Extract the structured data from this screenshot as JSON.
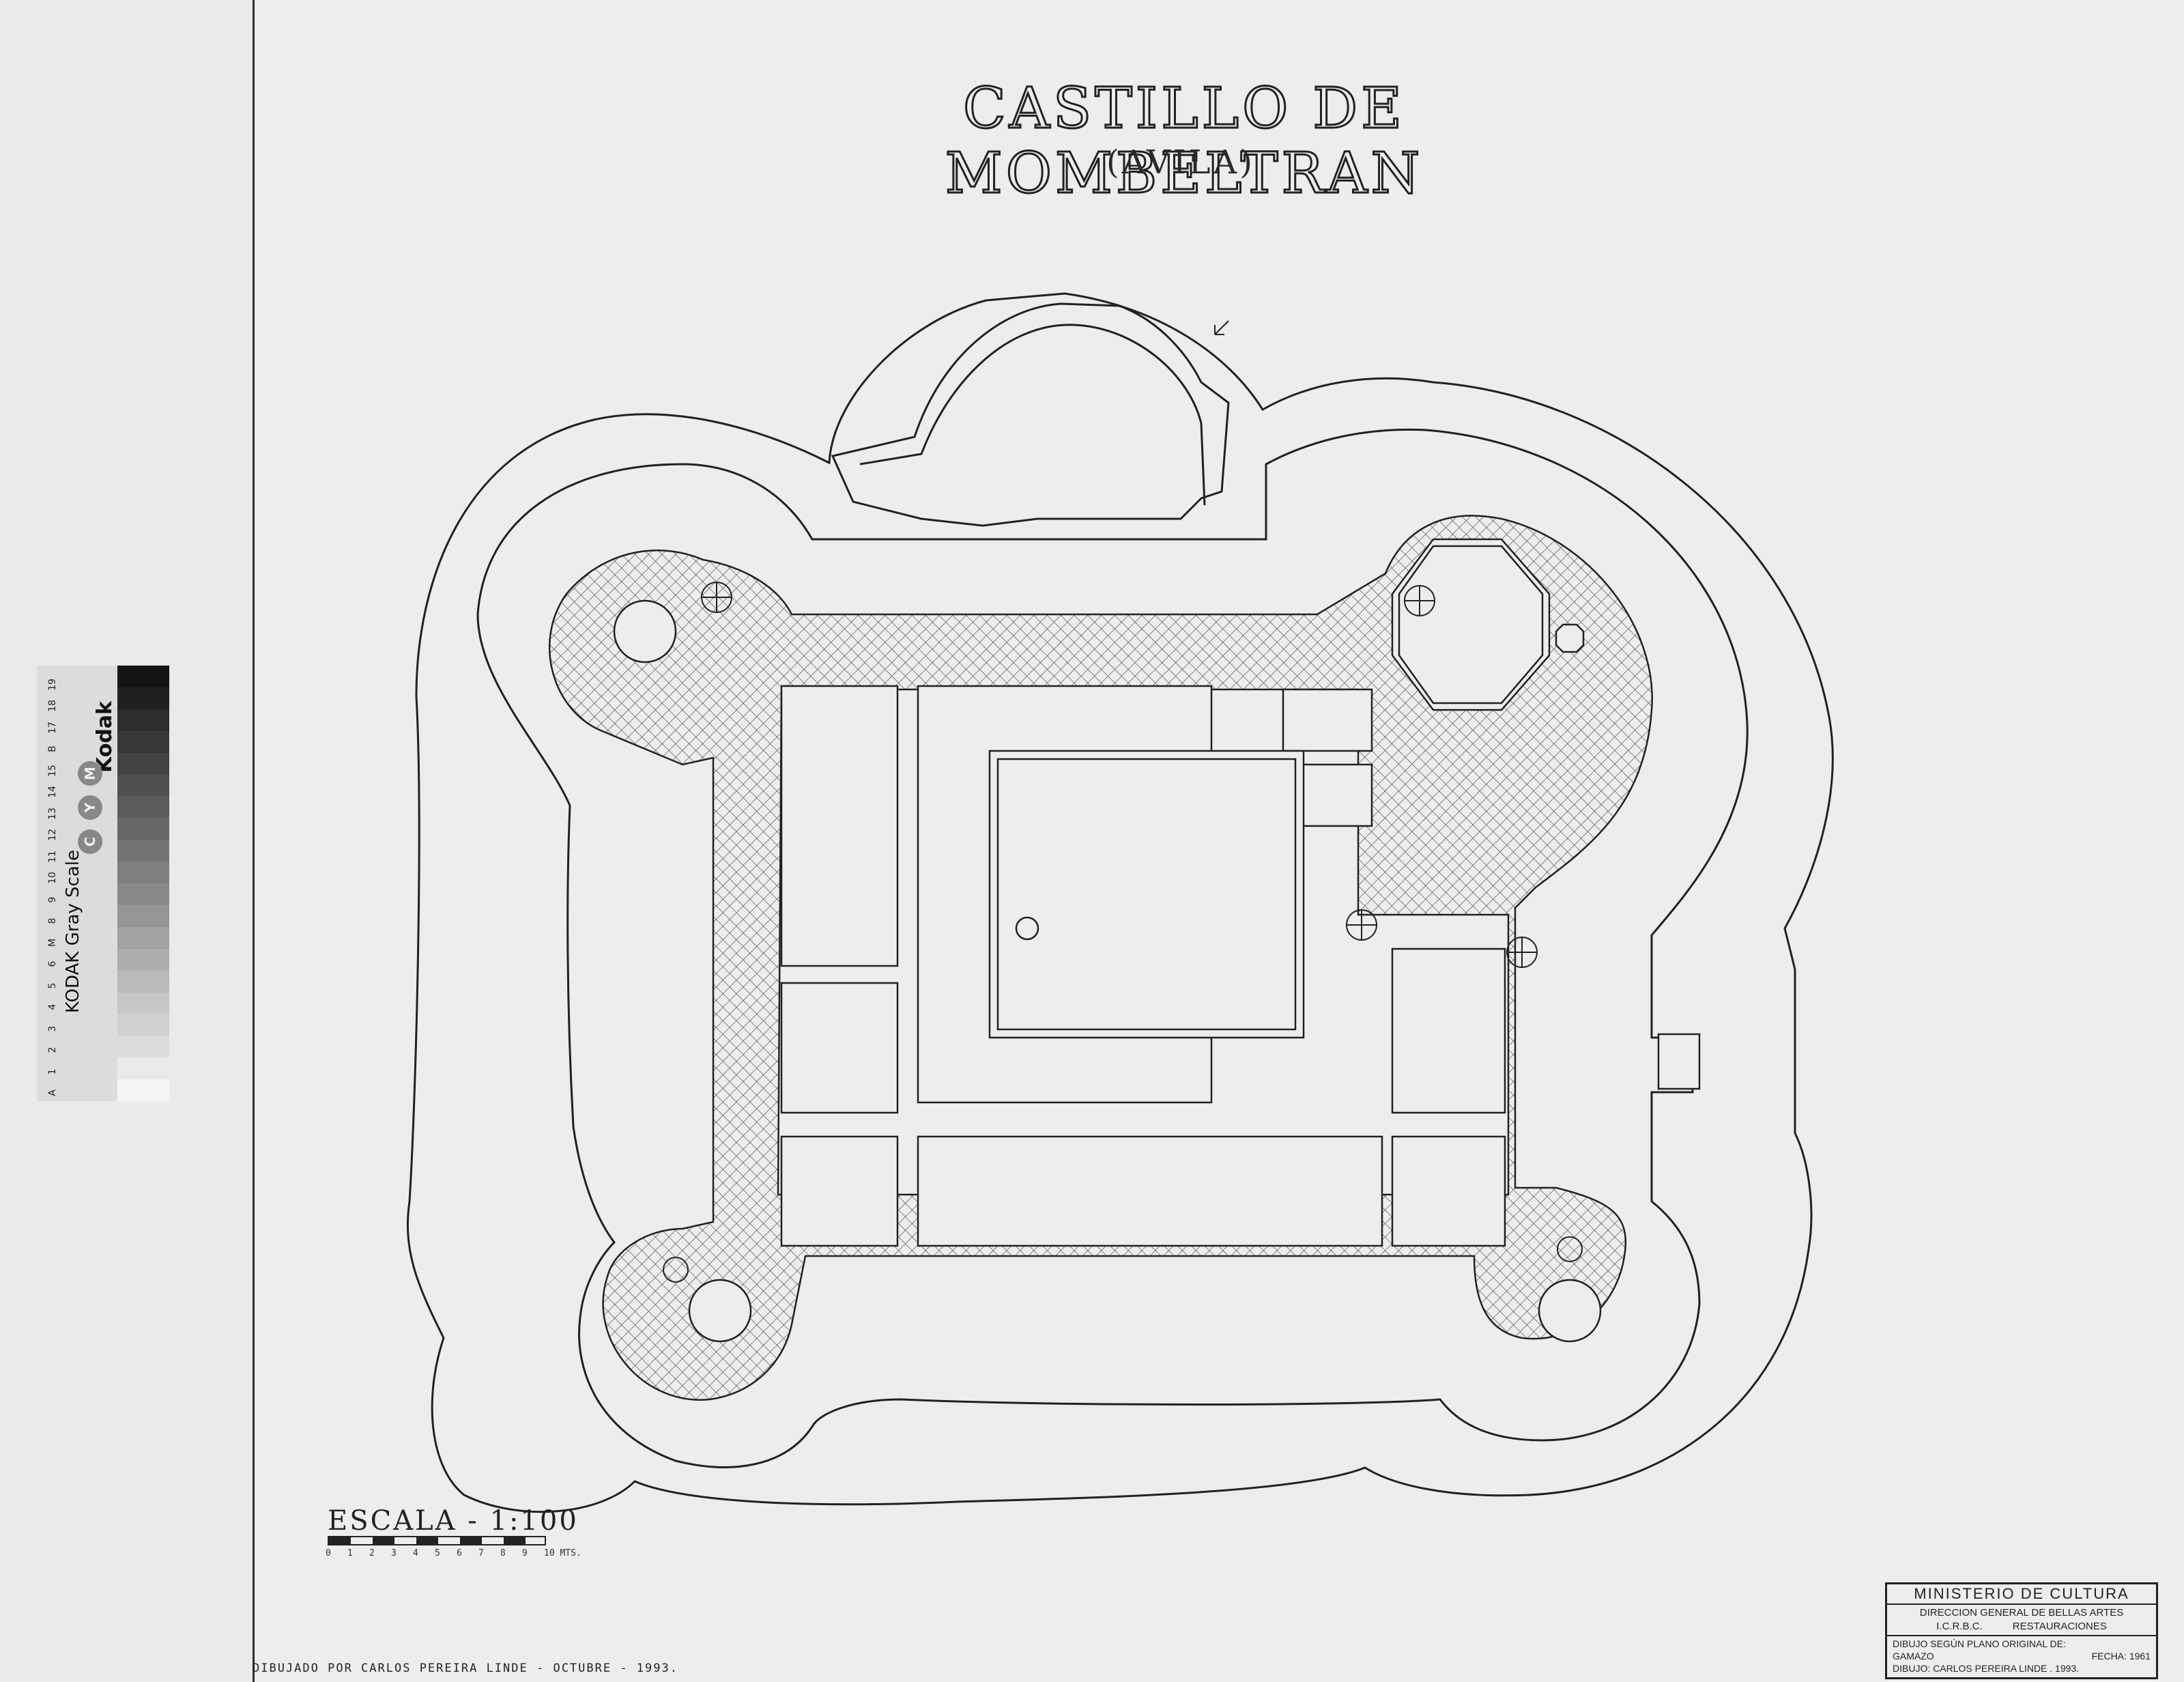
{
  "title": "CASTILLO DE MOMBELTRAN",
  "subtitle": "(AVILA)",
  "scale": {
    "label": "ESCALA - 1:100",
    "ticks": [
      "0",
      "1",
      "2",
      "3",
      "4",
      "5",
      "6",
      "7",
      "8",
      "9",
      "10 MTS."
    ]
  },
  "credit": "DIBUJADO POR CARLOS PEREIRA LINDE - OCTUBRE - 1993.",
  "cartouche": {
    "ministry": "MINISTERIO DE CULTURA",
    "direction": "DIRECCION GENERAL DE BELLAS ARTES",
    "icrbc": "I.C.R.B.C.",
    "restorations": "RESTAURACIONES",
    "basis": "DIBUJO SEGÚN PLANO ORIGINAL DE:",
    "author": "GAMAZO",
    "date": "FECHA: 1961",
    "drawn_by": "DIBUJO: CARLOS PEREIRA LINDE . 1993."
  },
  "gray_card": {
    "brand": "Kodak",
    "name": "KODAK Gray Scale",
    "numbers": [
      "A",
      "1",
      "2",
      "3",
      "4",
      "5",
      "6",
      "M",
      "8",
      "9",
      "10",
      "11",
      "12",
      "13",
      "14",
      "15",
      "B",
      "17",
      "18",
      "19"
    ],
    "letters": [
      "C",
      "Y",
      "M"
    ]
  },
  "colors": {
    "ink": "#222222",
    "paper": "#ededed",
    "hatch": "#bdbdbd"
  }
}
